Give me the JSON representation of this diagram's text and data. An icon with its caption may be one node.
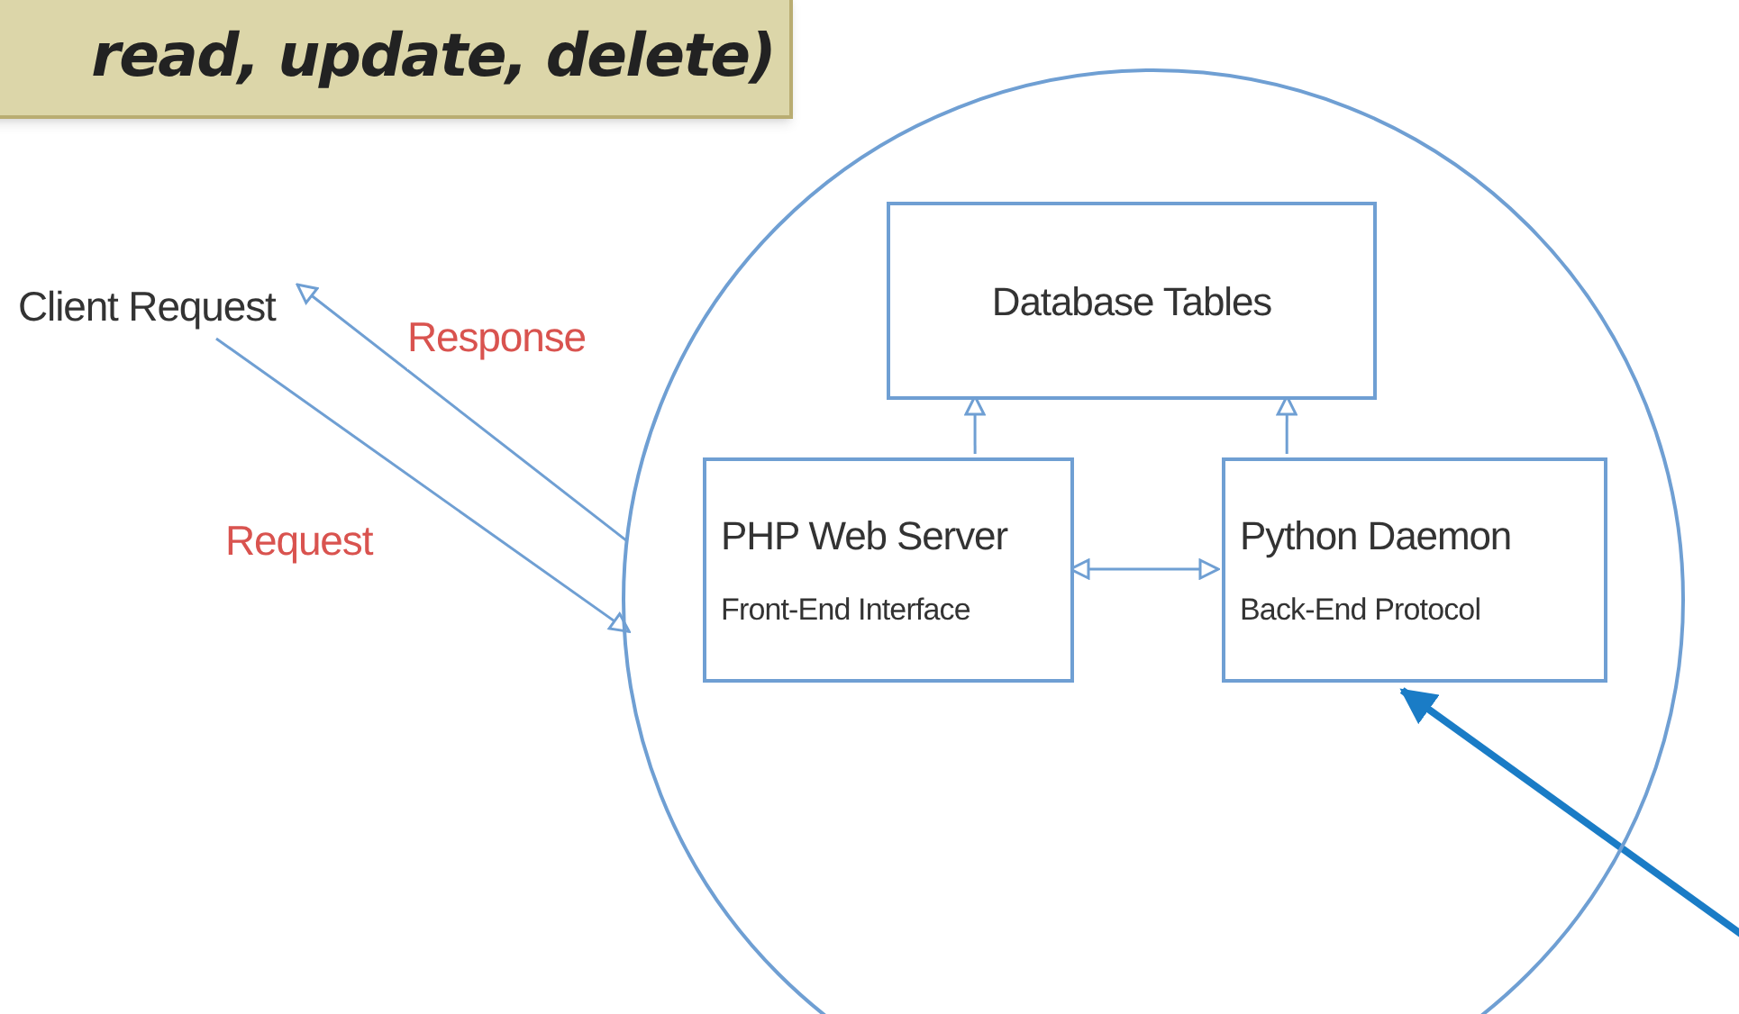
{
  "diagram": {
    "nodes": [
      {
        "text": [
          "read, update, delete)"
        ]
      },
      {
        "text": [
          "Client Request"
        ]
      },
      {
        "text": [],
        "shape": "circle"
      },
      {
        "text": [
          "Database Tables"
        ],
        "in": 2
      },
      {
        "text": [
          "PHP Web Server",
          "Front-End Interface"
        ],
        "in": 2
      },
      {
        "text": [
          "Python Daemon",
          "Back-End Protocol"
        ],
        "in": 2
      }
    ],
    "edges": [
      {
        "from": 2,
        "to": 1,
        "arrow": "to",
        "label": "Response"
      },
      {
        "from": 1,
        "to": 2,
        "arrow": "to",
        "label": "Request"
      },
      {
        "from": 4,
        "to": 3,
        "arrow": "to"
      },
      {
        "from": 5,
        "to": 3,
        "arrow": "to"
      },
      {
        "from": 4,
        "to": 5,
        "arrow": "both"
      },
      {
        "from": null,
        "to": 5,
        "arrow": "to",
        "style": "thick",
        "color": "#1a7cc6"
      }
    ]
  }
}
